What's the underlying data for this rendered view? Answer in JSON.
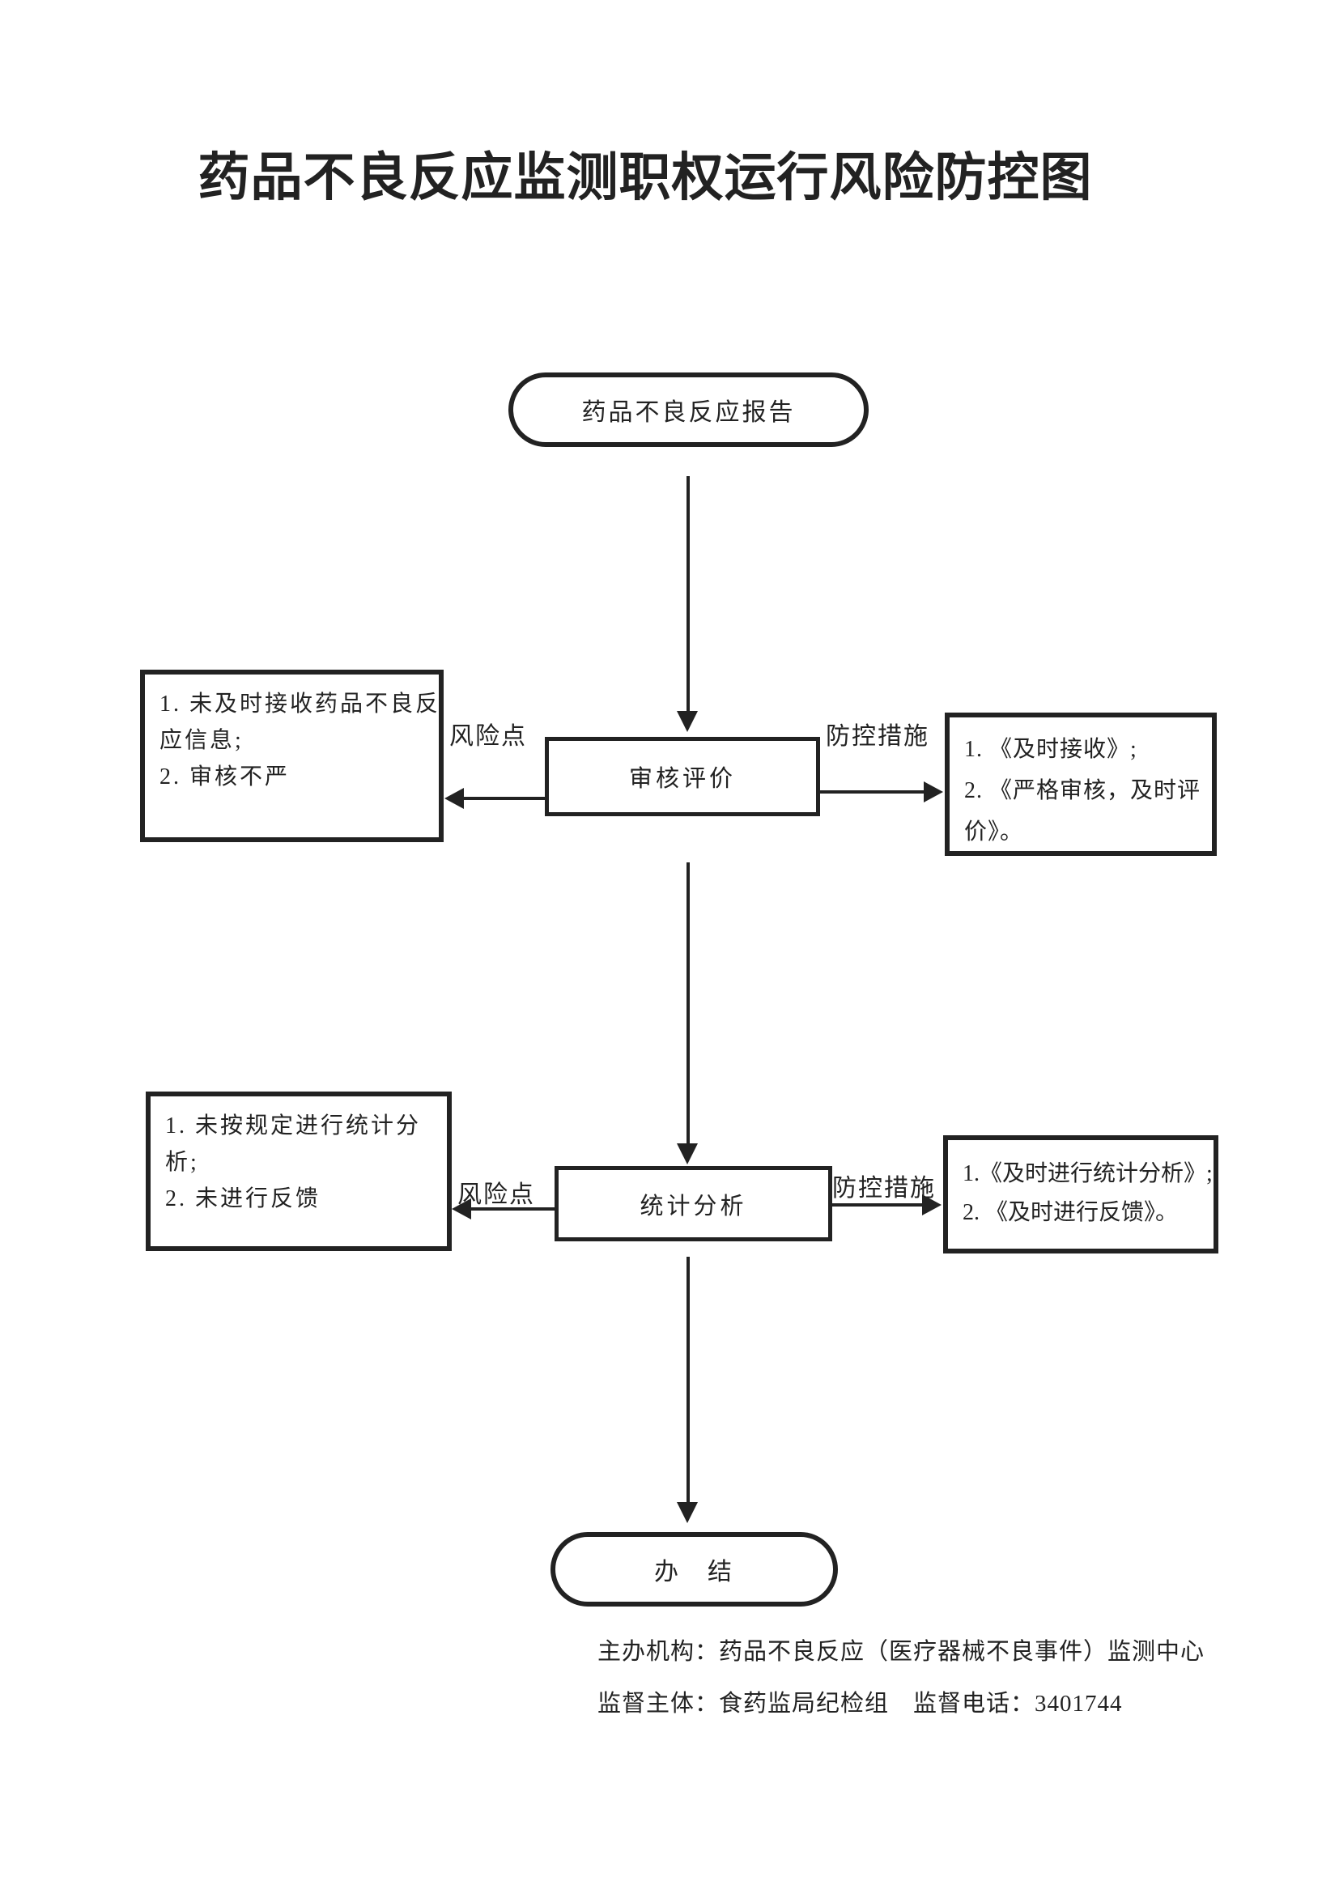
{
  "title": "药品不良反应监测职权运行风险防控图",
  "colors": {
    "ink": "#222222",
    "paper": "#ffffff"
  },
  "flow": {
    "start_label": "药品不良反应报告",
    "end_label": "办　结",
    "rows": [
      {
        "process": "审核评价",
        "risk_tag": "风险点",
        "control_tag": "防控措施",
        "risk_text": "1. 未及时接收药品不良反\n应信息;\n2. 审核不严",
        "control_text": "1. 《及时接收》;\n2. 《严格审核，及时评\n价》。"
      },
      {
        "process": "统计分析",
        "risk_tag": "风险点",
        "control_tag": "防控措施",
        "risk_text": "1. 未按规定进行统计分\n析;\n2. 未进行反馈",
        "control_text": "1.《及时进行统计分析》;\n2. 《及时进行反馈》。"
      }
    ]
  },
  "footer": {
    "organizer": "主办机构：药品不良反应（医疗器械不良事件）监测中心",
    "supervisor": "监督主体：食药监局纪检组　监督电话：3401744"
  }
}
